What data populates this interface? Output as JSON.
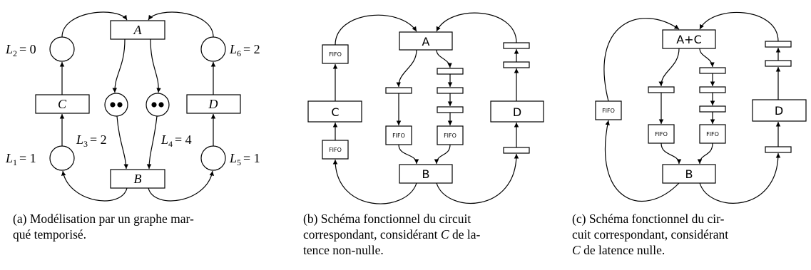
{
  "panel_a": {
    "transitions": {
      "A": "A",
      "B": "B",
      "C": "C",
      "D": "D"
    },
    "latencies": {
      "L1": {
        "sym": "L",
        "sub": "1",
        "val": "= 1"
      },
      "L2": {
        "sym": "L",
        "sub": "2",
        "val": "= 0"
      },
      "L3": {
        "sym": "L",
        "sub": "3",
        "val": "= 2"
      },
      "L4": {
        "sym": "L",
        "sub": "4",
        "val": "= 4"
      },
      "L5": {
        "sym": "L",
        "sub": "5",
        "val": "= 1"
      },
      "L6": {
        "sym": "L",
        "sub": "6",
        "val": "= 2"
      }
    },
    "tokens_per_place": {
      "L3": 2,
      "L4": 2
    },
    "caption": {
      "label": "(a)",
      "line1": "Modélisation par un graphe mar-",
      "line2": "qué temporisé."
    }
  },
  "panel_b": {
    "blocks": {
      "A": "A",
      "B": "B",
      "C": "C",
      "D": "D"
    },
    "fifo": "FIFO",
    "caption": {
      "label": "(b)",
      "l1": "Schéma fonctionnel du circuit",
      "l2_pre": "correspondant, considérant ",
      "l2_c": "C",
      "l2_post": " de la-",
      "l3": "tence non-nulle."
    }
  },
  "panel_c": {
    "blocks": {
      "AC": "A+C",
      "B": "B",
      "D": "D"
    },
    "fifo": "FIFO",
    "caption": {
      "label": "(c)",
      "l1": "Schéma fonctionnel du cir-",
      "l2": "cuit correspondant, considérant",
      "l3_c": "C",
      "l3_post": " de latence nulle."
    }
  }
}
